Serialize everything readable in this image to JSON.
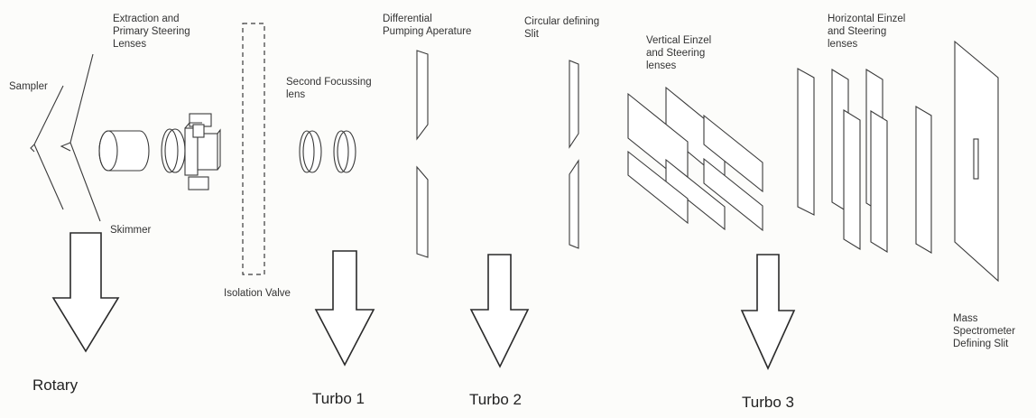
{
  "labels": {
    "extraction": "Extraction and\nPrimary Steering\nLenses",
    "sampler": "Sampler",
    "skimmer": "Skimmer",
    "isolation_valve": "Isolation Valve",
    "second_focussing": "Second Focussing\nlens",
    "differential": "Differential\nPumping Aperature",
    "circular": "Circular defining\nSlit",
    "vertical_einzel": "Vertical Einzel\nand Steering\nlenses",
    "horizontal_einzel": "Horizontal Einzel\nand Steering\nlenses",
    "mass_spec": "Mass\nSpectrometer\nDefining Slit"
  },
  "pumps": {
    "rotary": "Rotary",
    "turbo1": "Turbo 1",
    "turbo2": "Turbo 2",
    "turbo3": "Turbo 3"
  }
}
